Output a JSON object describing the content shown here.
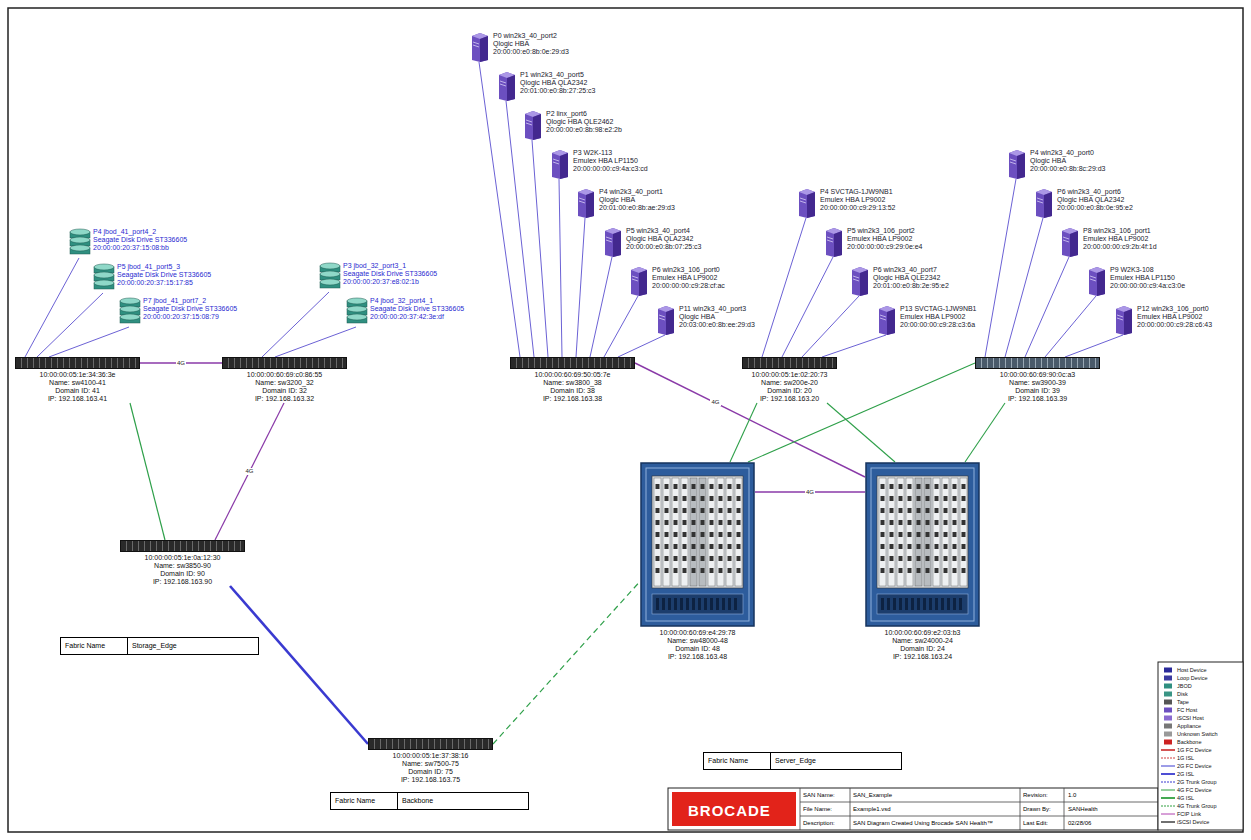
{
  "diagram": {
    "nodes": [
      {
        "text": [
          "P4 jbod_41_port4_2",
          "Seagate Disk Drive ST336605",
          "20:00:00:20:37:15:08:bb"
        ]
      },
      {
        "text": [
          "P5 jbod_41_port5_3",
          "Seagate Disk Drive ST336605",
          "20:00:00:20:37:15:17:85"
        ]
      },
      {
        "text": [
          "P7 jbod_41_port7_2",
          "Seagate Disk Drive ST336605",
          "20:00:00:20:37:15:08:79"
        ]
      },
      {
        "text": [
          "P3 jbod_32_port3_1",
          "Seagate Disk Drive ST336605",
          "20:00:00:20:37:e8:02:1b"
        ]
      },
      {
        "text": [
          "P4 jbod_32_port4_1",
          "Seagate Disk Drive ST336605",
          "20:00:00:20:37:42:3e:df"
        ]
      },
      {
        "text": [
          "10:00:00:05:1e:34:36:3e",
          "Name: sw4100-41",
          "Domain ID: 41",
          "IP: 192.168.163.41"
        ]
      },
      {
        "text": [
          "10:00:00:60:69:c0:86:55",
          "Name: sw3200_32",
          "Domain ID: 32",
          "IP: 192.168.163.32"
        ]
      },
      {
        "text": [
          "10:00:00:05:1e:0a:12:30",
          "Name: sw3850-90",
          "Domain ID: 90",
          "IP: 192.168.163.90"
        ]
      },
      {
        "text": [
          "10:00:00:05:1e:37:38:16",
          "Name: sw7500-75",
          "Domain ID: 75",
          "IP: 192.168.163.75"
        ]
      },
      {
        "text": [
          "P0 win2k3_40_port2",
          "Qlogic HBA",
          "20:00:00:e0:8b:0e:29:d3"
        ]
      },
      {
        "text": [
          "P1 win2k3_40_port5",
          "Qlogic HBA QLA2342",
          "20:01:00:e0:8b:27:25:c3"
        ]
      },
      {
        "text": [
          "P2 linx_port6",
          "Qlogic HBA QLE2462",
          "20:00:00:e0:8b:98:e2:2b"
        ]
      },
      {
        "text": [
          "P3 W2K-113",
          "Emulex HBA LP1150",
          "20:00:00:00:c9:4a:c3:cd"
        ]
      },
      {
        "text": [
          "P4 win2k3_40_port1",
          "Qlogic HBA",
          "20:01:00:e0:8b:ae:29:d3"
        ]
      },
      {
        "text": [
          "P5 win2k3_40_port4",
          "Qlogic HBA QLA2342",
          "20:00:00:e0:8b:07:25:c3"
        ]
      },
      {
        "text": [
          "P6 win2k3_106_port0",
          "Emulex HBA LP9002",
          "20:00:00:00:c9:28:cf:ac"
        ]
      },
      {
        "text": [
          "P11 win2k3_40_port3",
          "Qlogic HBA",
          "20:03:00:e0:8b:ee:29:d3"
        ]
      },
      {
        "text": [
          "10:00:00:60:69:50:05:7e",
          "Name: sw3800_38",
          "Domain ID: 38",
          "IP: 192.168.163.38"
        ]
      },
      {
        "text": [
          "P4 SVCTAG-1JW9NB1",
          "Emulex HBA LP9002",
          "20:00:00:00:c9:29:13:52"
        ]
      },
      {
        "text": [
          "P5 win2k3_106_port2",
          "Emulex HBA LP9002",
          "20:00:00:00:c9:29:0e:e4"
        ]
      },
      {
        "text": [
          "P6 win2k3_40_port7",
          "Qlogic HBA QLE2342",
          "20:01:00:e0:8b:2e:95:e2"
        ]
      },
      {
        "text": [
          "P13 SVCTAG-1JW9NB1",
          "Emulex HBA LP9002",
          "20:00:00:00:c9:28:c3:6a"
        ]
      },
      {
        "text": [
          "10:00:00:05:1e:02:20:73",
          "Name: sw200e-20",
          "Domain ID: 20",
          "IP: 192.168.163.20"
        ]
      },
      {
        "text": [
          "P4 win2k3_40_port0",
          "Qlogic HBA",
          "20:00:00:e0:8b:8c:29:d3"
        ]
      },
      {
        "text": [
          "P6 win2k3_40_port6",
          "Qlogic HBA QLA2342",
          "20:00:00:e0:8b:0e:95:e2"
        ]
      },
      {
        "text": [
          "P8 win2k3_106_port1",
          "Emulex HBA LP9002",
          "20:00:00:00:c9:2b:4f:1d"
        ]
      },
      {
        "text": [
          "P9 W2K3-108",
          "Emulex HBA LP1150",
          "20:00:00:00:c9:4a:c3:0e"
        ]
      },
      {
        "text": [
          "P12 win2k3_106_port0",
          "Emulex HBA LP9002",
          "20:00:00:00:c9:28:c6:43"
        ]
      },
      {
        "text": [
          "10:00:00:60:69:90:0c:a3",
          "Name: sw3900-39",
          "Domain ID: 39",
          "IP: 192.168.163.39"
        ]
      },
      {
        "text": [
          "10:00:00:60:69:e4:29:78",
          "Name: sw48000-48",
          "Domain ID: 48",
          "IP: 192.168.163.48"
        ]
      },
      {
        "text": [
          "10:00:00:60:69:e2:03:b3",
          "Name: sw24000-24",
          "Domain ID: 24",
          "IP: 192.168.163.24"
        ]
      },
      {
        "text": [
          "Fabric Name",
          "Storage_Edge"
        ]
      },
      {
        "text": [
          "Fabric Name",
          "Backbone"
        ]
      },
      {
        "text": [
          "Fabric Name",
          "Server_Edge"
        ]
      }
    ],
    "edges": [
      {
        "from": 0,
        "to": 5,
        "arrow": "none"
      },
      {
        "from": 1,
        "to": 5,
        "arrow": "none"
      },
      {
        "from": 2,
        "to": 5,
        "arrow": "none"
      },
      {
        "from": 3,
        "to": 6,
        "arrow": "none"
      },
      {
        "from": 4,
        "to": 6,
        "arrow": "none"
      },
      {
        "from": 9,
        "to": 17,
        "arrow": "none"
      },
      {
        "from": 10,
        "to": 17,
        "arrow": "none"
      },
      {
        "from": 11,
        "to": 17,
        "arrow": "none"
      },
      {
        "from": 12,
        "to": 17,
        "arrow": "none"
      },
      {
        "from": 13,
        "to": 17,
        "arrow": "none"
      },
      {
        "from": 14,
        "to": 17,
        "arrow": "none"
      },
      {
        "from": 15,
        "to": 17,
        "arrow": "none"
      },
      {
        "from": 16,
        "to": 17,
        "arrow": "none"
      },
      {
        "from": 18,
        "to": 22,
        "arrow": "none"
      },
      {
        "from": 19,
        "to": 22,
        "arrow": "none"
      },
      {
        "from": 20,
        "to": 22,
        "arrow": "none"
      },
      {
        "from": 21,
        "to": 22,
        "arrow": "none"
      },
      {
        "from": 23,
        "to": 28,
        "arrow": "none"
      },
      {
        "from": 24,
        "to": 28,
        "arrow": "none"
      },
      {
        "from": 25,
        "to": 28,
        "arrow": "none"
      },
      {
        "from": 26,
        "to": 28,
        "arrow": "none"
      },
      {
        "from": 27,
        "to": 28,
        "arrow": "none"
      },
      {
        "from": 5,
        "to": 6,
        "arrow": "none",
        "label": "4G"
      },
      {
        "from": 5,
        "to": 7,
        "arrow": "none"
      },
      {
        "from": 6,
        "to": 7,
        "arrow": "none",
        "label": "4G"
      },
      {
        "from": 7,
        "to": 8,
        "arrow": "none"
      },
      {
        "from": 8,
        "to": 29,
        "arrow": "none"
      },
      {
        "from": 17,
        "to": 30,
        "arrow": "none",
        "label": "4G"
      },
      {
        "from": 22,
        "to": 29,
        "arrow": "none"
      },
      {
        "from": 22,
        "to": 30,
        "arrow": "none"
      },
      {
        "from": 28,
        "to": 29,
        "arrow": "none"
      },
      {
        "from": 28,
        "to": 30,
        "arrow": "none"
      },
      {
        "from": 29,
        "to": 30,
        "arrow": "none",
        "label": "4G"
      }
    ],
    "labels": [
      "BROCADE",
      "SAN Name:",
      "SAN_Example",
      "Revision:",
      "1.0",
      "File Name:",
      "Example1.vsd",
      "Drawn By:",
      "SANHealth",
      "Description:",
      "SAN Diagram Created Using Brocade SAN Health™",
      "Last Edit:",
      "02/28/06"
    ],
    "legend": [
      {
        "text": "Host Device"
      },
      {
        "text": "Loop Device"
      },
      {
        "text": "JBOD"
      },
      {
        "text": "Disk"
      },
      {
        "text": "Tape"
      },
      {
        "text": "FC Host"
      },
      {
        "text": "iSCSI Host"
      },
      {
        "text": "Appliance"
      },
      {
        "text": "Unknown Switch"
      },
      {
        "text": "Backbone"
      },
      {
        "text": "1G FC Device"
      },
      {
        "text": "1G ISL"
      },
      {
        "text": "2G FC Device"
      },
      {
        "text": "2G ISL"
      },
      {
        "text": "2G Trunk Group"
      },
      {
        "text": "4G FC Device"
      },
      {
        "text": "4G ISL"
      },
      {
        "text": "4G Trunk Group"
      },
      {
        "text": "FCIP Link"
      },
      {
        "text": "iSCSI Device"
      }
    ]
  }
}
